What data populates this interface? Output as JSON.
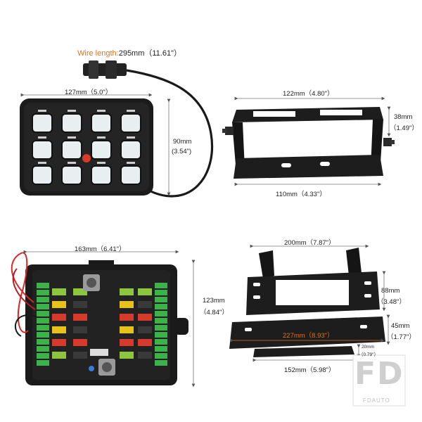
{
  "wire": {
    "key": "Wire length:",
    "value": "295mm（11.61\"）"
  },
  "panel": {
    "width": "127mm（5.0\"）",
    "height_mm": "90mm",
    "height_in": "(3.54\")"
  },
  "small_bracket": {
    "top": "122mm（4.80\"）",
    "right_mm": "38mm",
    "right_in": "（1.49\"）",
    "bottom": "110mm（4.33\"）"
  },
  "box": {
    "width": "163mm（6.41\"）",
    "height_mm": "123mm",
    "height_in": "（4.84\"）"
  },
  "large_bracket": {
    "top": "200mm（7.87\"）",
    "right_mm": "88mm",
    "right_in": "（3.48\"）",
    "plate_mm": "45mm",
    "plate_in": "（1.77\"）",
    "plate_width": "227mm（8.93\"）",
    "thin_mm": "20mm",
    "thin_in": "（0.79\"）",
    "bottom": "152mm（5.98\"）"
  },
  "brand": {
    "logo": "FD",
    "name": "FDAUTO"
  },
  "colors": {
    "accent": "#e0731c",
    "terminal": "#3db24a",
    "fuse_yellow": "#e8c21a",
    "fuse_red": "#d63a2a",
    "fuse_green": "#8cc63f"
  }
}
